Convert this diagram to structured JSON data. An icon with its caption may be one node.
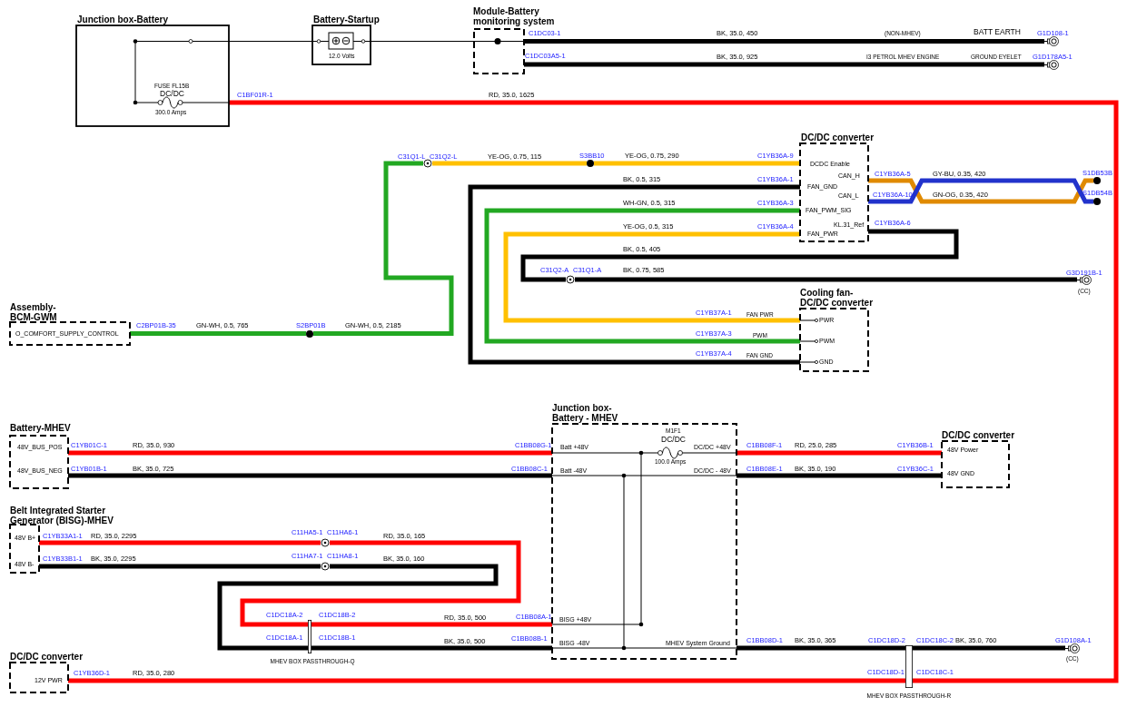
{
  "diagram": {
    "nodes": [
      {
        "text": [
          "Junction box-Battery",
          "FUSE FL15B",
          "DC/DC",
          "300.0 Amps"
        ]
      },
      {
        "text": [
          "Battery-Startup",
          "12.0 Volts"
        ]
      },
      {
        "text": [
          "Module-Battery monitoring system"
        ]
      },
      {
        "text": [],
        "shape": "circle",
        "beside": [
          "G1D108-1"
        ]
      },
      {
        "text": [],
        "shape": "circle",
        "beside": [
          "G1D178A5-1"
        ]
      },
      {
        "text": [
          "DC/DC converter",
          "DCDC Enable",
          "CAN_H",
          "FAN_GND",
          "CAN_L",
          "FAN_PWM_SIG",
          "KL.31_Ref",
          "FAN_PWR"
        ]
      },
      {
        "text": [],
        "shape": "circle",
        "beside": [
          "C31Q1-L",
          "C31Q2-L"
        ]
      },
      {
        "text": [],
        "shape": "circle",
        "beside": [
          "S3BB10"
        ]
      },
      {
        "text": [],
        "shape": "circle",
        "beside": [
          "S1DB53B"
        ]
      },
      {
        "text": [],
        "shape": "circle",
        "beside": [
          "S1DB54B"
        ]
      },
      {
        "text": [],
        "shape": "circle",
        "beside": [
          "C31Q2-A",
          "C31Q1-A"
        ]
      },
      {
        "text": [],
        "shape": "circle",
        "beside": [
          "G3D191B-1",
          "(CC)"
        ]
      },
      {
        "text": [
          "Assembly- BCM-GWM",
          "O_COMFORT_SUPPLY_CONTROL"
        ]
      },
      {
        "text": [],
        "shape": "circle",
        "beside": [
          "S2BP01B"
        ]
      },
      {
        "text": [
          "Cooling fan- DC/DC converter",
          "PWR",
          "PWM",
          "GND"
        ]
      },
      {
        "text": [
          "Battery-MHEV",
          "48V_BUS_POS",
          "48V_BUS_NEG"
        ]
      },
      {
        "text": [
          "Junction box- Battery - MHEV",
          "M1F1",
          "DC/DC",
          "Batt +48V",
          "DC/DC +48V",
          "100.0 Amps",
          "Batt -48V",
          "DC/DC - 48V",
          "BISG +48V",
          "BISG -48V",
          "MHEV System Ground"
        ]
      },
      {
        "text": [
          "DC/DC converter",
          "48V Power",
          "48V GND"
        ]
      },
      {
        "text": [
          "Belt Integrated Starter Generator (BISG)-MHEV",
          "48V B+",
          "48V B-"
        ]
      },
      {
        "text": [],
        "shape": "circle",
        "beside": [
          "C11HA5-1",
          "C11HA6-1"
        ]
      },
      {
        "text": [],
        "shape": "circle",
        "beside": [
          "C11HA7-1",
          "C11HA8-1"
        ]
      },
      {
        "text": [],
        "shape": "bar",
        "beside": [
          "C1DC18A-2",
          "C1DC18B-2",
          "C1DC18A-1",
          "C1DC18B-1",
          "MHEV BOX PASSTHROUGH-Q"
        ]
      },
      {
        "text": [],
        "shape": "bar",
        "beside": [
          "C1DC18D-2",
          "C1DC18C-2",
          "C1DC18D-1",
          "C1DC18C-1",
          "MHEV BOX PASSTHROUGH-R"
        ]
      },
      {
        "text": [],
        "shape": "circle",
        "beside": [
          "G1D108A-1",
          "(CC)"
        ]
      },
      {
        "text": [
          "DC/DC converter",
          "12V PWR"
        ]
      }
    ],
    "edges": [
      {
        "from": 0,
        "to": 1,
        "arrow": "none"
      },
      {
        "from": 1,
        "to": 2,
        "arrow": "none"
      },
      {
        "from": 2,
        "to": 3,
        "arrow": "none",
        "label": "BK, 35.0, 450"
      },
      {
        "from": 2,
        "to": 4,
        "arrow": "none",
        "label": "BK, 35.0, 925"
      },
      {
        "from": 0,
        "to": 22,
        "arrow": "none",
        "label": "RD, 35.0, 1625",
        "color": "#ff0000"
      },
      {
        "from": 22,
        "to": 24,
        "arrow": "none",
        "label": "RD, 35.0, 280",
        "color": "#ff0000"
      },
      {
        "from": 12,
        "to": 13,
        "arrow": "none",
        "label": "GN-WH, 0.5, 765",
        "color": "#22a822"
      },
      {
        "from": 13,
        "to": 6,
        "arrow": "none",
        "label": "GN-WH, 0.5, 2185",
        "color": "#22a822"
      },
      {
        "from": 6,
        "to": 7,
        "arrow": "none",
        "label": "YE-OG, 0.75, 115",
        "color": "#ffc000"
      },
      {
        "from": 7,
        "to": 5,
        "arrow": "none",
        "label": "YE-OG, 0.75, 290",
        "color": "#ffc000"
      },
      {
        "from": 5,
        "to": 14,
        "arrow": "none",
        "label": "BK, 0.5, 315"
      },
      {
        "from": 5,
        "to": 14,
        "arrow": "none",
        "label": "WH-GN, 0.5, 315",
        "color": "#22a822"
      },
      {
        "from": 5,
        "to": 14,
        "arrow": "none",
        "label": "YE-OG, 0.5, 315",
        "color": "#ffc000"
      },
      {
        "from": 5,
        "to": 8,
        "arrow": "none",
        "label": "GN-OG, 0.35, 420",
        "color": "#e08a00"
      },
      {
        "from": 5,
        "to": 9,
        "arrow": "none",
        "label": "GY-BU, 0.35, 420",
        "color": "#2233cc"
      },
      {
        "from": 5,
        "to": 10,
        "arrow": "none",
        "label": "BK, 0.5, 405"
      },
      {
        "from": 10,
        "to": 11,
        "arrow": "none",
        "label": "BK, 0.75, 585"
      },
      {
        "from": 15,
        "to": 16,
        "arrow": "none",
        "label": "RD, 35.0, 930",
        "color": "#ff0000"
      },
      {
        "from": 15,
        "to": 16,
        "arrow": "none",
        "label": "BK, 35.0, 725"
      },
      {
        "from": 16,
        "to": 17,
        "arrow": "none",
        "label": "RD, 25.0, 285",
        "color": "#ff0000"
      },
      {
        "from": 16,
        "to": 17,
        "arrow": "none",
        "label": "BK, 35.0, 190"
      },
      {
        "from": 18,
        "to": 19,
        "arrow": "none",
        "label": "RD, 35.0, 2295",
        "color": "#ff0000"
      },
      {
        "from": 18,
        "to": 20,
        "arrow": "none",
        "label": "BK, 35.0, 2295"
      },
      {
        "from": 19,
        "to": 21,
        "arrow": "none",
        "label": "RD, 35.0, 165",
        "color": "#ff0000"
      },
      {
        "from": 20,
        "to": 21,
        "arrow": "none",
        "label": "BK, 35.0, 160"
      },
      {
        "from": 21,
        "to": 16,
        "arrow": "none",
        "label": "RD, 35.0, 500",
        "color": "#ff0000"
      },
      {
        "from": 21,
        "to": 16,
        "arrow": "none",
        "label": "BK, 35.0, 500"
      },
      {
        "from": 16,
        "to": 22,
        "arrow": "none",
        "label": "BK, 35.0, 365"
      },
      {
        "from": 22,
        "to": 23,
        "arrow": "none",
        "label": "BK, 35.0, 760"
      }
    ],
    "labels": [
      "C1DC03-1",
      "(NON-MHEV)",
      "BATT EARTH",
      "C1DC03A5-1",
      "I3 PETROL MHEV ENGINE",
      "GROUND EYELET",
      "C1BF01R-1",
      "C1YB36A-9",
      "C1YB36A-5",
      "C1YB36A-1",
      "C1YB36A-10",
      "C1YB36A-3",
      "C1YB36A-4",
      "C1YB36A-6",
      "C2BP01B-35",
      "C1YB37A-1",
      "FAN PWR",
      "C1YB37A-3",
      "PWM",
      "C1YB37A-4",
      "FAN GND",
      "C1YB01C-1",
      "C1BB08G-1",
      "C1BB08F-1",
      "C1YB36B-1",
      "C1YB01B-1",
      "C1BB08C-1",
      "C1BB08E-1",
      "C1YB36C-1",
      "C1YB33A1-1",
      "C1YB33B1-1",
      "C1BB08A-1",
      "C1BB08B-1",
      "C1BB08D-1",
      "C1YB36D-1"
    ]
  }
}
